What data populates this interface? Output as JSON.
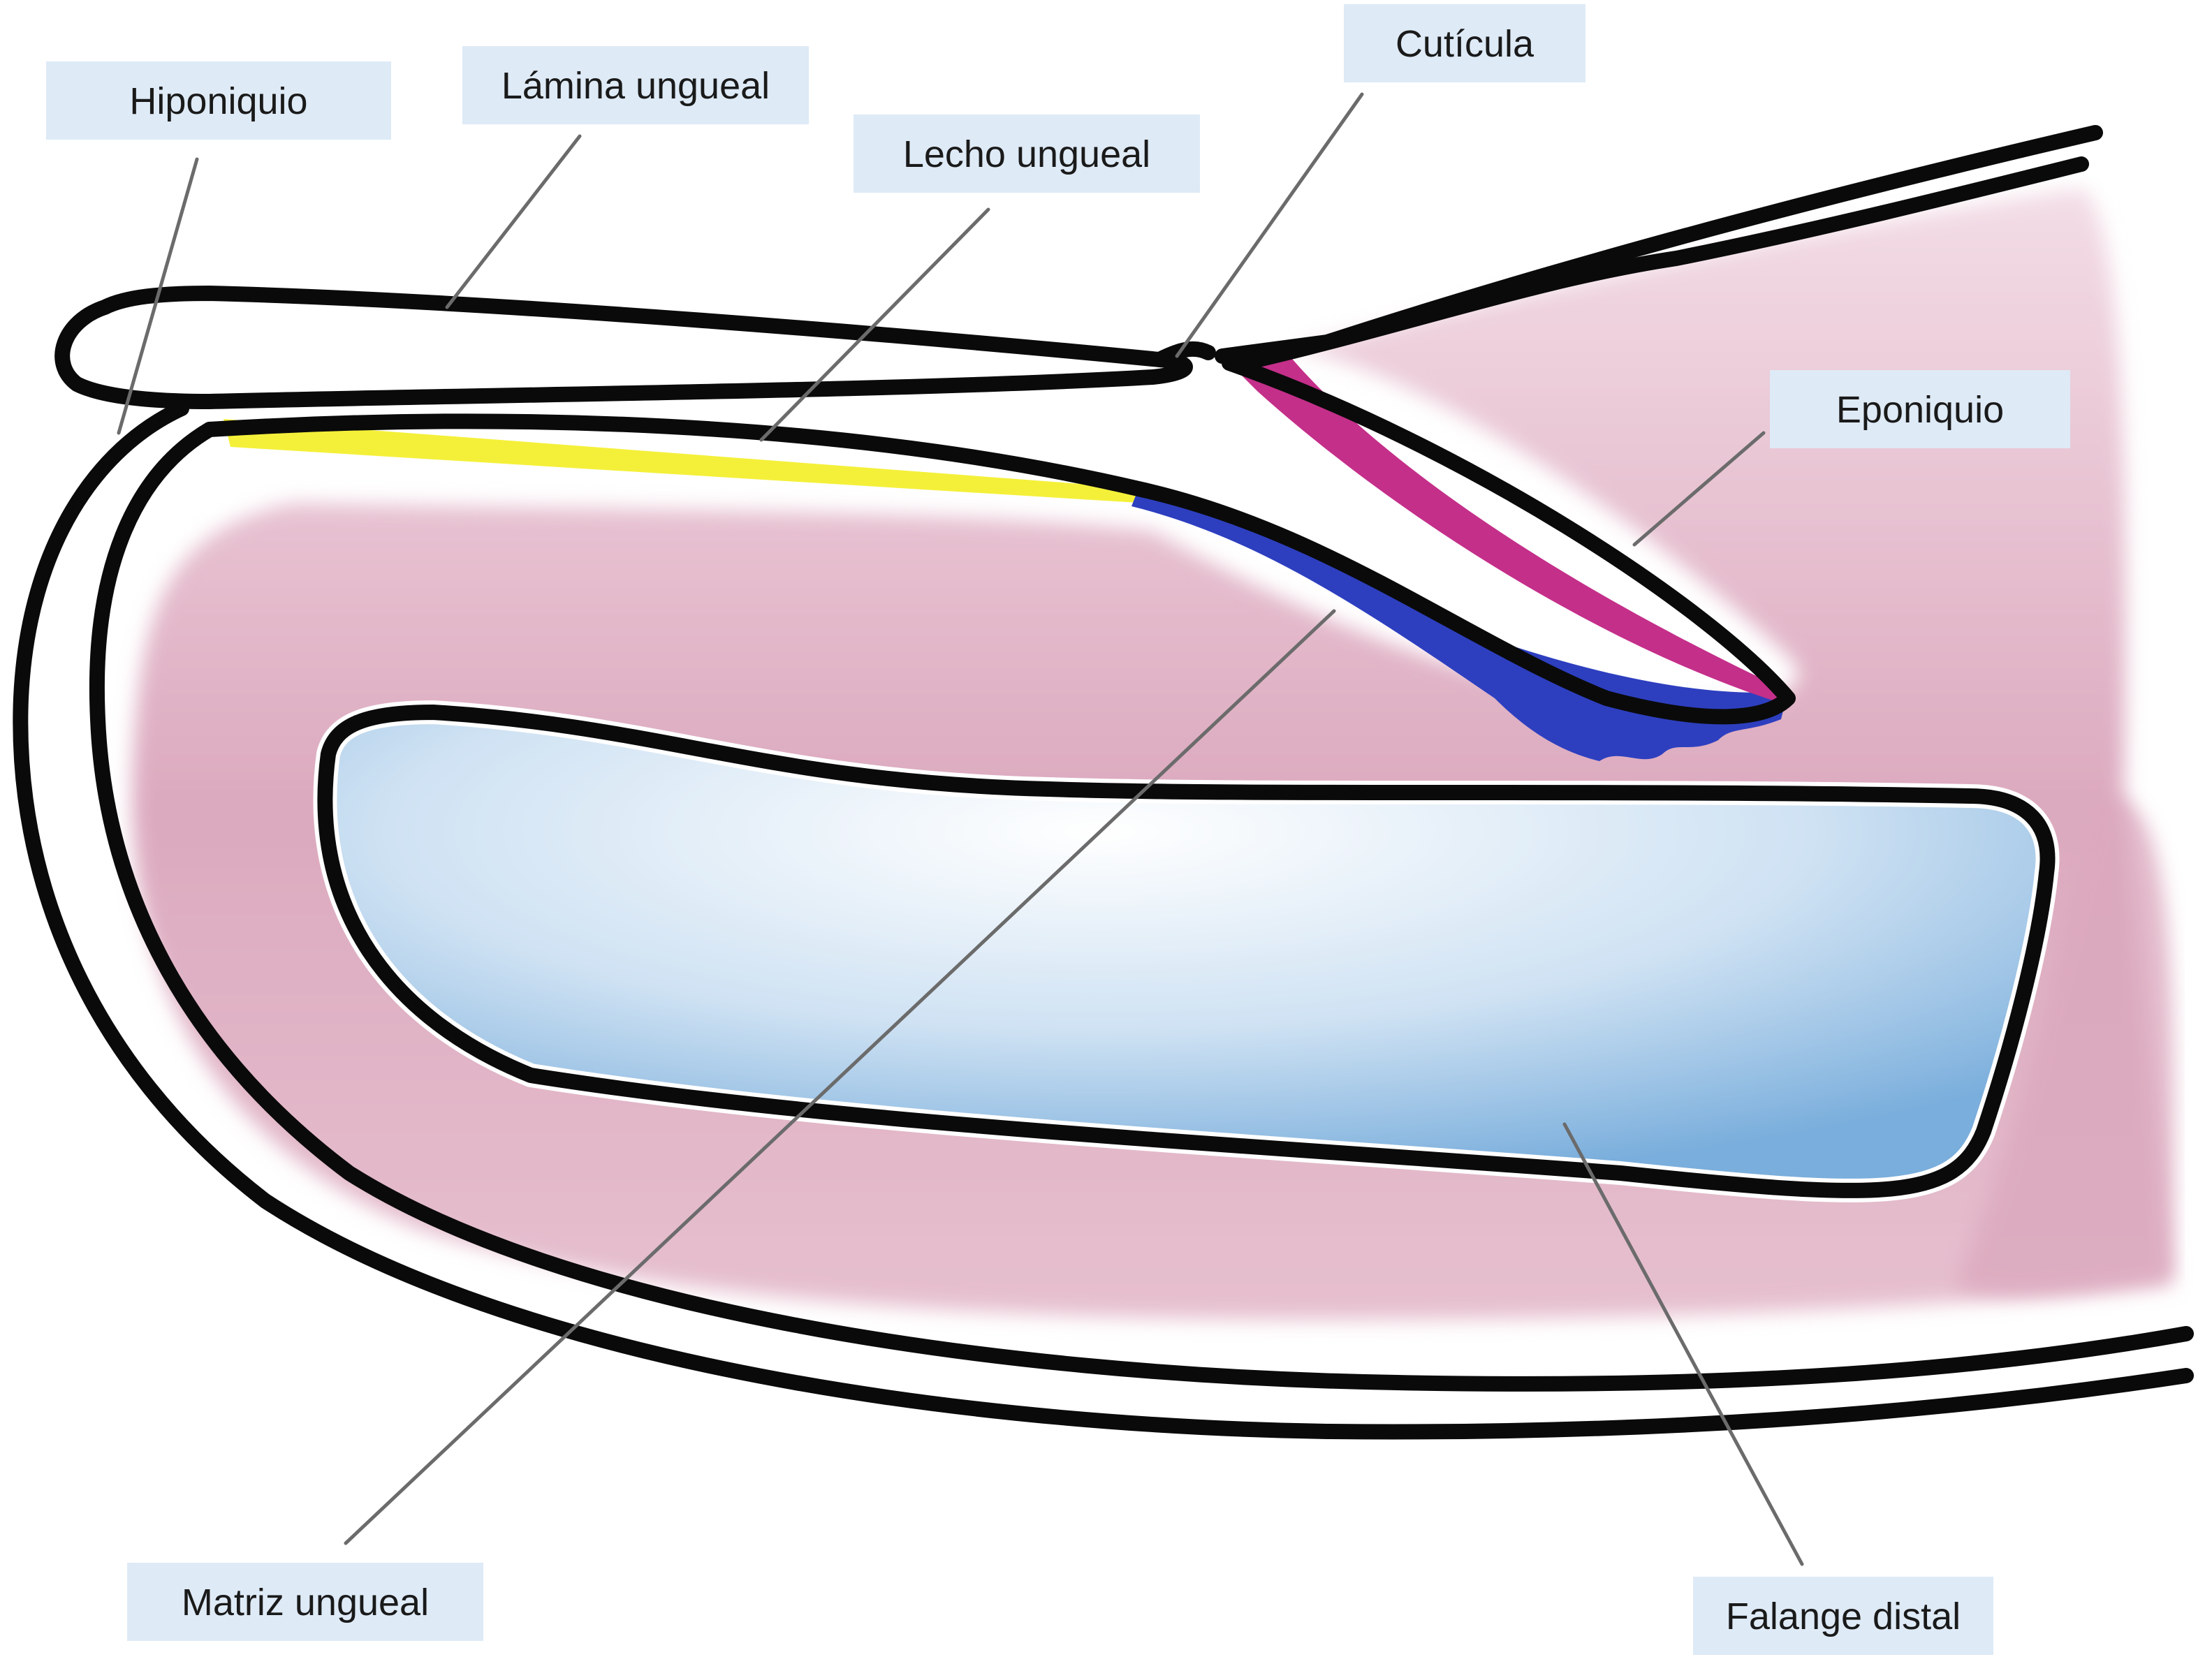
{
  "labels": {
    "hiponiquio": "Hiponiquio",
    "lamina": "Lámina ungueal",
    "lecho": "Lecho ungueal",
    "cuticula": "Cutícula",
    "eponiquio": "Eponiquio",
    "matriz": "Matriz ungueal",
    "falange": "Falange distal"
  },
  "colors": {
    "soft_tissue": "#dba8bd",
    "nail_bed": "#f4f03a",
    "nail_matrix": "#2d3fbf",
    "eponychium": "#c42f8a",
    "bone_edge": "#7aaedc",
    "bone_center": "#ffffff",
    "label_box": "#deeaf6",
    "outline": "#0a0a0a"
  }
}
